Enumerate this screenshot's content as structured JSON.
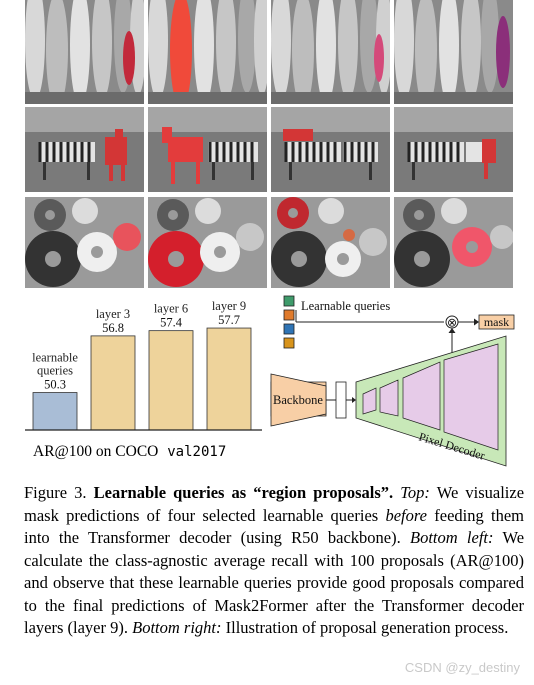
{
  "chart_data": {
    "type": "bar",
    "categories": [
      "learnable queries",
      "layer 3",
      "layer 6",
      "layer 9"
    ],
    "category_lines": [
      [
        "learnable",
        "queries"
      ],
      [
        "layer 3"
      ],
      [
        "layer 6"
      ],
      [
        "layer 9"
      ]
    ],
    "values": [
      50.3,
      56.8,
      57.4,
      57.7
    ],
    "value_labels": [
      "50.3",
      "56.8",
      "57.4",
      "57.7"
    ],
    "bar_colors": [
      "#a9bdd6",
      "#eed39b",
      "#eed39b",
      "#eed39b"
    ],
    "caption_prefix": "AR@100 on COCO",
    "caption_mono": "val2017"
  },
  "diagram": {
    "queries_label": "Learnable queries",
    "query_colors": [
      "#3f9b6b",
      "#e07b2c",
      "#2f74b5",
      "#d8941c"
    ],
    "multiply_symbol": "⊗",
    "mask_label": "mask",
    "backbone_label": "Backbone",
    "pixel_decoder_label": "Pixel Decoder",
    "colors": {
      "backbone_fill": "#f8cfa6",
      "decoder_fill": "#c8e8b8",
      "feature_fill": "#e6cbe8",
      "mask_fill": "#f8cfa6"
    }
  },
  "caption": {
    "figure_label": "Figure 3.",
    "title": "Learnable queries as “region proposals”.",
    "top_label": "Top:",
    "top_text": "We visualize mask predictions of four selected learnable queries",
    "before_word": "before",
    "top_text_2": "feeding them into the Transformer decoder (using R50 backbone).",
    "bottom_left_label": "Bottom left:",
    "bottom_left_text": "We calculate the class-agnostic average recall with 100 proposals (AR@100) and observe that these learnable queries provide good proposals compared to the final predictions of Mask2Former after the Transformer decoder layers (layer 9).",
    "bottom_right_label": "Bottom right:",
    "bottom_right_text": "Illustration of proposal generation process."
  },
  "watermark": "CSDN @zy_destiny",
  "image_rows": [
    "surfboards",
    "zebras",
    "donuts"
  ]
}
